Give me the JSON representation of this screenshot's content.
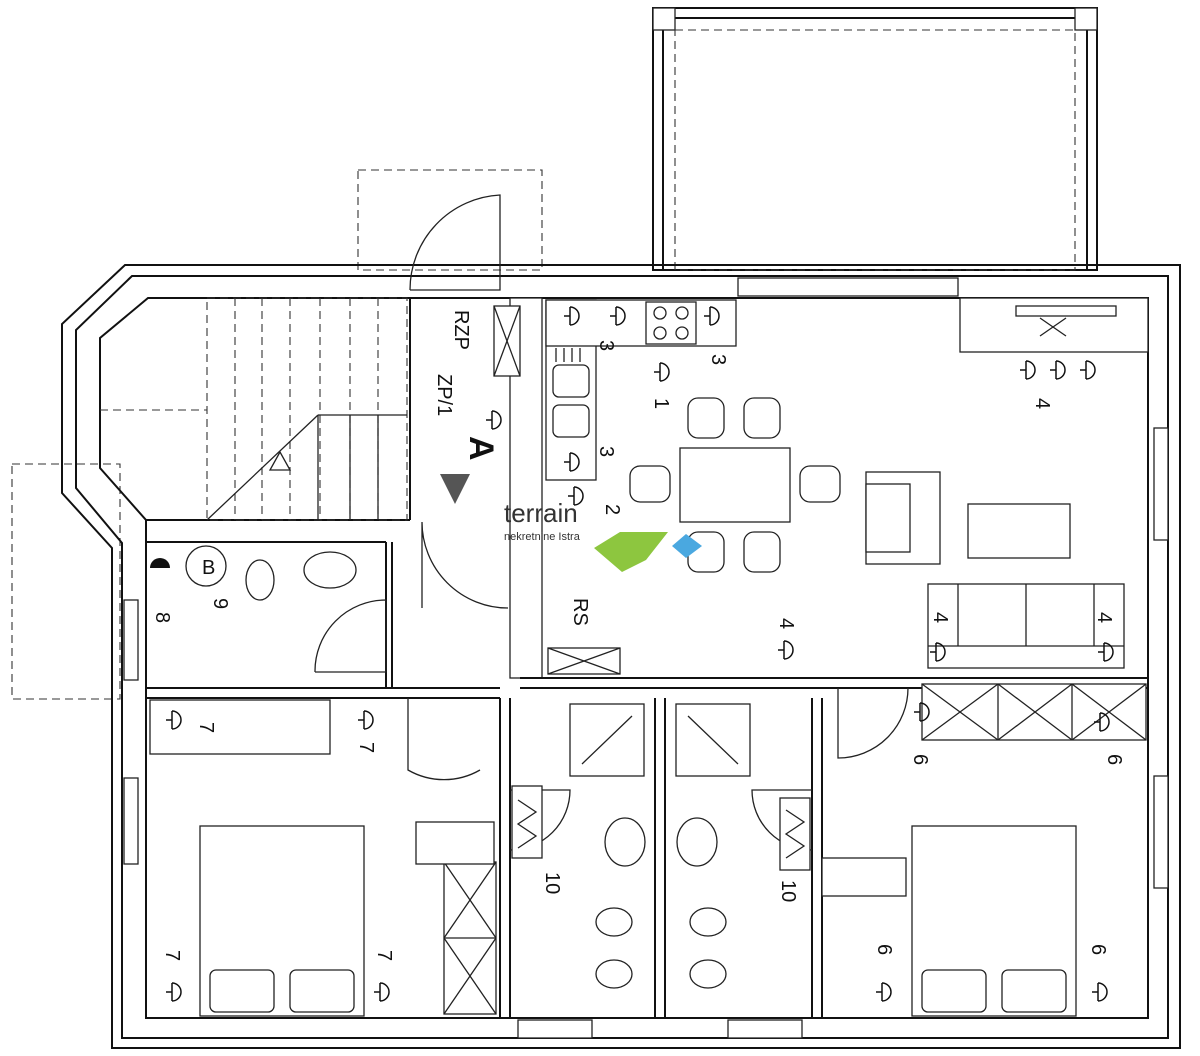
{
  "labels": {
    "rzp": "RZP",
    "zp": "ZP/1",
    "a": "A",
    "rs": "RS",
    "n1": "1",
    "n2": "2",
    "n3": "3",
    "n4": "4",
    "n6": "6",
    "n7": "7",
    "n8": "8",
    "n9": "9",
    "n10": "10",
    "b": "B"
  },
  "watermark": {
    "brand": "terrain",
    "tagline": "nekretnine Istra"
  },
  "colors": {
    "line": "#111111",
    "logo_green": "#8dc63f",
    "logo_blue": "#4aa8e0",
    "marker": "#555555"
  }
}
